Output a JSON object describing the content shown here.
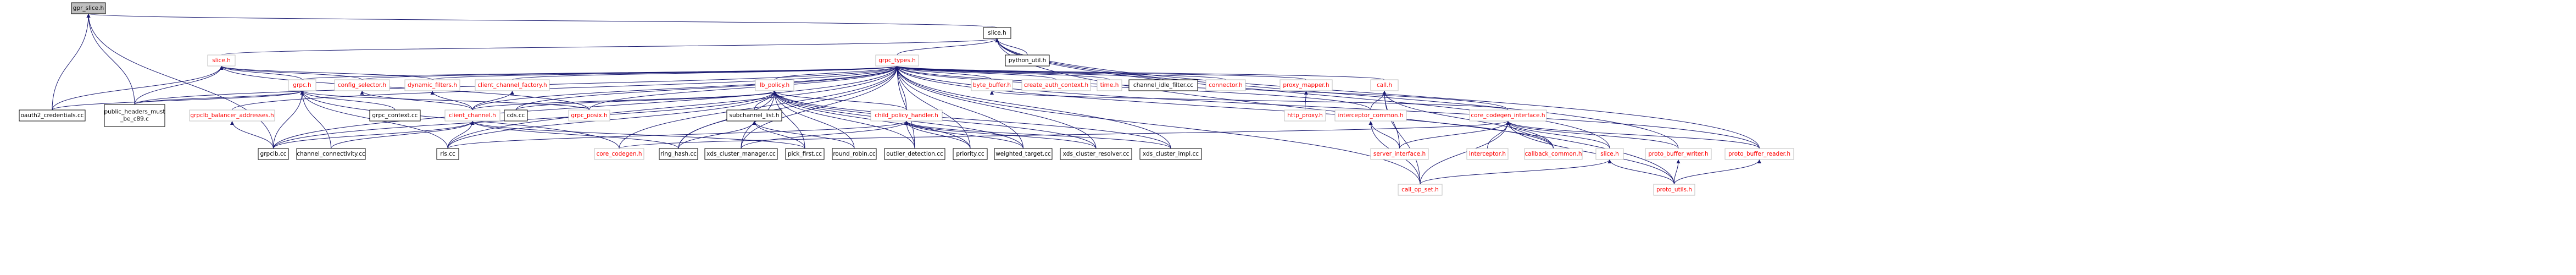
{
  "colors": {
    "edge": "#191970",
    "root_fill": "#bfbfbf",
    "link_text": "#ff0000",
    "plain_text": "#000000",
    "truncated_border": "#bfbfbf"
  },
  "nodes": [
    {
      "id": "gpr_slice_h",
      "label": "gpr_slice.h",
      "kind": "root"
    },
    {
      "id": "slice_h_top",
      "label": "slice.h",
      "kind": "plain"
    },
    {
      "id": "python_util_h",
      "label": "python_util.h",
      "kind": "plain"
    },
    {
      "id": "slice_h_a",
      "label": "slice.h",
      "kind": "truncated"
    },
    {
      "id": "grpc_types_h",
      "label": "grpc_types.h",
      "kind": "truncated"
    },
    {
      "id": "grpc_h",
      "label": "grpc.h",
      "kind": "truncated"
    },
    {
      "id": "config_selector_h",
      "label": "config_selector.h",
      "kind": "truncated"
    },
    {
      "id": "dynamic_filters_h",
      "label": "dynamic_filters.h",
      "kind": "truncated"
    },
    {
      "id": "client_channel_factory_h",
      "label": "client_channel_factory.h",
      "kind": "truncated"
    },
    {
      "id": "lb_policy_h",
      "label": "lb_policy.h",
      "kind": "truncated"
    },
    {
      "id": "byte_buffer_h",
      "label": "byte_buffer.h",
      "kind": "truncated"
    },
    {
      "id": "create_auth_context_h",
      "label": "create_auth_context.h",
      "kind": "truncated"
    },
    {
      "id": "time_h",
      "label": "time.h",
      "kind": "truncated"
    },
    {
      "id": "channel_idle_filter_cc",
      "label": "channel_idle_filter.cc",
      "kind": "plain"
    },
    {
      "id": "connector_h",
      "label": "connector.h",
      "kind": "truncated"
    },
    {
      "id": "proxy_mapper_h",
      "label": "proxy_mapper.h",
      "kind": "truncated"
    },
    {
      "id": "call_h",
      "label": "call.h",
      "kind": "truncated"
    },
    {
      "id": "oauth2_credentials_cc",
      "label": "oauth2_credentials.cc",
      "kind": "plain"
    },
    {
      "id": "public_headers_must_be_c89_c",
      "label": "public_headers_must\n_be_c89.c",
      "kind": "plain"
    },
    {
      "id": "grpclb_balancer_addresses_h",
      "label": "grpclb_balancer_addresses.h",
      "kind": "truncated"
    },
    {
      "id": "grpc_context_cc",
      "label": "grpc_context.cc",
      "kind": "plain"
    },
    {
      "id": "client_channel_h",
      "label": "client_channel.h",
      "kind": "truncated"
    },
    {
      "id": "cds_cc",
      "label": "cds.cc",
      "kind": "plain"
    },
    {
      "id": "grpc_posix_h",
      "label": "grpc_posix.h",
      "kind": "truncated"
    },
    {
      "id": "subchannel_list_h",
      "label": "subchannel_list.h",
      "kind": "plain"
    },
    {
      "id": "child_policy_handler_h",
      "label": "child_policy_handler.h",
      "kind": "truncated"
    },
    {
      "id": "http_proxy_h",
      "label": "http_proxy.h",
      "kind": "truncated"
    },
    {
      "id": "interceptor_common_h",
      "label": "interceptor_common.h",
      "kind": "truncated"
    },
    {
      "id": "core_codegen_interface_h",
      "label": "core_codegen_interface.h",
      "kind": "truncated"
    },
    {
      "id": "grpclb_cc",
      "label": "grpclb.cc",
      "kind": "plain"
    },
    {
      "id": "channel_connectivity_cc",
      "label": "channel_connectivity.cc",
      "kind": "plain"
    },
    {
      "id": "rls_cc",
      "label": "rls.cc",
      "kind": "plain"
    },
    {
      "id": "core_codegen_h",
      "label": "core_codegen.h",
      "kind": "truncated"
    },
    {
      "id": "ring_hash_cc",
      "label": "ring_hash.cc",
      "kind": "plain"
    },
    {
      "id": "xds_cluster_manager_cc",
      "label": "xds_cluster_manager.cc",
      "kind": "plain"
    },
    {
      "id": "pick_first_cc",
      "label": "pick_first.cc",
      "kind": "plain"
    },
    {
      "id": "round_robin_cc",
      "label": "round_robin.cc",
      "kind": "plain"
    },
    {
      "id": "outlier_detection_cc",
      "label": "outlier_detection.cc",
      "kind": "plain"
    },
    {
      "id": "priority_cc",
      "label": "priority.cc",
      "kind": "plain"
    },
    {
      "id": "weighted_target_cc",
      "label": "weighted_target.cc",
      "kind": "plain"
    },
    {
      "id": "xds_cluster_resolver_cc",
      "label": "xds_cluster_resolver.cc",
      "kind": "plain"
    },
    {
      "id": "xds_cluster_impl_cc",
      "label": "xds_cluster_impl.cc",
      "kind": "plain"
    },
    {
      "id": "server_interface_h",
      "label": "server_interface.h",
      "kind": "truncated"
    },
    {
      "id": "interceptor_h",
      "label": "interceptor.h",
      "kind": "truncated"
    },
    {
      "id": "callback_common_h",
      "label": "callback_common.h",
      "kind": "truncated"
    },
    {
      "id": "slice_h_b",
      "label": "slice.h",
      "kind": "truncated"
    },
    {
      "id": "proto_buffer_writer_h",
      "label": "proto_buffer_writer.h",
      "kind": "truncated"
    },
    {
      "id": "proto_buffer_reader_h",
      "label": "proto_buffer_reader.h",
      "kind": "truncated"
    },
    {
      "id": "call_op_set_h",
      "label": "call_op_set.h",
      "kind": "truncated"
    },
    {
      "id": "proto_utils_h",
      "label": "proto_utils.h",
      "kind": "truncated"
    }
  ],
  "edges": [
    [
      "gpr_slice_h",
      "slice_h_top"
    ],
    [
      "gpr_slice_h",
      "oauth2_credentials_cc"
    ],
    [
      "gpr_slice_h",
      "public_headers_must_be_c89_c"
    ],
    [
      "gpr_slice_h",
      "grpclb_cc"
    ],
    [
      "slice_h_top",
      "grpc_types_h"
    ],
    [
      "slice_h_top",
      "python_util_h"
    ],
    [
      "slice_h_top",
      "slice_h_a"
    ],
    [
      "slice_h_top",
      "slice_h_b"
    ],
    [
      "slice_h_top",
      "proto_buffer_writer_h"
    ],
    [
      "slice_h_top",
      "proto_buffer_reader_h"
    ],
    [
      "slice_h_top",
      "proto_utils_h"
    ],
    [
      "slice_h_a",
      "grpc_h"
    ],
    [
      "slice_h_a",
      "config_selector_h"
    ],
    [
      "slice_h_a",
      "dynamic_filters_h"
    ],
    [
      "slice_h_a",
      "oauth2_credentials_cc"
    ],
    [
      "slice_h_a",
      "public_headers_must_be_c89_c"
    ],
    [
      "slice_h_a",
      "grpc_posix_h"
    ],
    [
      "grpc_types_h",
      "grpc_h"
    ],
    [
      "grpc_types_h",
      "config_selector_h"
    ],
    [
      "grpc_types_h",
      "dynamic_filters_h"
    ],
    [
      "grpc_types_h",
      "client_channel_factory_h"
    ],
    [
      "grpc_types_h",
      "lb_policy_h"
    ],
    [
      "grpc_types_h",
      "byte_buffer_h"
    ],
    [
      "grpc_types_h",
      "create_auth_context_h"
    ],
    [
      "grpc_types_h",
      "time_h"
    ],
    [
      "grpc_types_h",
      "channel_idle_filter_cc"
    ],
    [
      "grpc_types_h",
      "connector_h"
    ],
    [
      "grpc_types_h",
      "proxy_mapper_h"
    ],
    [
      "grpc_types_h",
      "call_h"
    ],
    [
      "grpc_types_h",
      "public_headers_must_be_c89_c"
    ],
    [
      "grpc_types_h",
      "grpclb_balancer_addresses_h"
    ],
    [
      "grpc_types_h",
      "client_channel_h"
    ],
    [
      "grpc_types_h",
      "cds_cc"
    ],
    [
      "grpc_types_h",
      "grpc_posix_h"
    ],
    [
      "grpc_types_h",
      "child_policy_handler_h"
    ],
    [
      "grpc_types_h",
      "grpclb_cc"
    ],
    [
      "grpc_types_h",
      "rls_cc"
    ],
    [
      "grpc_types_h",
      "ring_hash_cc"
    ],
    [
      "grpc_types_h",
      "xds_cluster_manager_cc"
    ],
    [
      "grpc_types_h",
      "outlier_detection_cc"
    ],
    [
      "grpc_types_h",
      "priority_cc"
    ],
    [
      "grpc_types_h",
      "weighted_target_cc"
    ],
    [
      "grpc_types_h",
      "xds_cluster_resolver_cc"
    ],
    [
      "grpc_types_h",
      "xds_cluster_impl_cc"
    ],
    [
      "grpc_types_h",
      "core_codegen_h"
    ],
    [
      "grpc_types_h",
      "core_codegen_interface_h"
    ],
    [
      "grpc_types_h",
      "callback_common_h"
    ],
    [
      "grpc_types_h",
      "call_op_set_h"
    ],
    [
      "grpc_types_h",
      "proto_buffer_reader_h"
    ],
    [
      "grpc_types_h",
      "interceptor_common_h"
    ],
    [
      "grpc_h",
      "public_headers_must_be_c89_c"
    ],
    [
      "grpc_h",
      "grpclb_cc"
    ],
    [
      "grpc_h",
      "channel_connectivity_cc"
    ],
    [
      "grpc_h",
      "rls_cc"
    ],
    [
      "grpc_h",
      "grpc_context_cc"
    ],
    [
      "grpc_h",
      "oauth2_credentials_cc"
    ],
    [
      "grpc_h",
      "core_codegen_h"
    ],
    [
      "grpc_h",
      "grpc_posix_h"
    ],
    [
      "config_selector_h",
      "client_channel_h"
    ],
    [
      "dynamic_filters_h",
      "client_channel_h"
    ],
    [
      "client_channel_factory_h",
      "client_channel_h"
    ],
    [
      "lb_policy_h",
      "client_channel_h"
    ],
    [
      "lb_policy_h",
      "cds_cc"
    ],
    [
      "lb_policy_h",
      "subchannel_list_h"
    ],
    [
      "lb_policy_h",
      "child_policy_handler_h"
    ],
    [
      "lb_policy_h",
      "grpclb_cc"
    ],
    [
      "lb_policy_h",
      "rls_cc"
    ],
    [
      "lb_policy_h",
      "ring_hash_cc"
    ],
    [
      "lb_policy_h",
      "xds_cluster_manager_cc"
    ],
    [
      "lb_policy_h",
      "pick_first_cc"
    ],
    [
      "lb_policy_h",
      "round_robin_cc"
    ],
    [
      "lb_policy_h",
      "outlier_detection_cc"
    ],
    [
      "lb_policy_h",
      "priority_cc"
    ],
    [
      "lb_policy_h",
      "weighted_target_cc"
    ],
    [
      "lb_policy_h",
      "xds_cluster_resolver_cc"
    ],
    [
      "lb_policy_h",
      "xds_cluster_impl_cc"
    ],
    [
      "grpclb_balancer_addresses_h",
      "grpclb_cc"
    ],
    [
      "client_channel_h",
      "grpclb_cc"
    ],
    [
      "client_channel_h",
      "channel_connectivity_cc"
    ],
    [
      "client_channel_h",
      "rls_cc"
    ],
    [
      "client_channel_h",
      "ring_hash_cc"
    ],
    [
      "client_channel_h",
      "pick_first_cc"
    ],
    [
      "subchannel_list_h",
      "pick_first_cc"
    ],
    [
      "subchannel_list_h",
      "round_robin_cc"
    ],
    [
      "subchannel_list_h",
      "ring_hash_cc"
    ],
    [
      "child_policy_handler_h",
      "rls_cc"
    ],
    [
      "child_policy_handler_h",
      "xds_cluster_manager_cc"
    ],
    [
      "child_policy_handler_h",
      "outlier_detection_cc"
    ],
    [
      "child_policy_handler_h",
      "priority_cc"
    ],
    [
      "child_policy_handler_h",
      "weighted_target_cc"
    ],
    [
      "child_policy_handler_h",
      "xds_cluster_resolver_cc"
    ],
    [
      "child_policy_handler_h",
      "xds_cluster_impl_cc"
    ],
    [
      "byte_buffer_h",
      "core_codegen_interface_h"
    ],
    [
      "proxy_mapper_h",
      "http_proxy_h"
    ],
    [
      "call_h",
      "interceptor_common_h"
    ],
    [
      "call_h",
      "call_op_set_h"
    ],
    [
      "call_h",
      "server_interface_h"
    ],
    [
      "call_h",
      "callback_common_h"
    ],
    [
      "interceptor_common_h",
      "call_op_set_h"
    ],
    [
      "interceptor_common_h",
      "server_interface_h"
    ],
    [
      "core_codegen_interface_h",
      "core_codegen_h"
    ],
    [
      "core_codegen_interface_h",
      "server_interface_h"
    ],
    [
      "core_codegen_interface_h",
      "interceptor_h"
    ],
    [
      "core_codegen_interface_h",
      "callback_common_h"
    ],
    [
      "core_codegen_interface_h",
      "slice_h_b"
    ],
    [
      "core_codegen_interface_h",
      "proto_buffer_writer_h"
    ],
    [
      "core_codegen_interface_h",
      "proto_buffer_reader_h"
    ],
    [
      "core_codegen_interface_h",
      "call_op_set_h"
    ],
    [
      "core_codegen_interface_h",
      "proto_utils_h"
    ],
    [
      "slice_h_b",
      "call_op_set_h"
    ],
    [
      "slice_h_b",
      "proto_utils_h"
    ],
    [
      "proto_buffer_writer_h",
      "proto_utils_h"
    ],
    [
      "proto_buffer_reader_h",
      "proto_utils_h"
    ]
  ]
}
